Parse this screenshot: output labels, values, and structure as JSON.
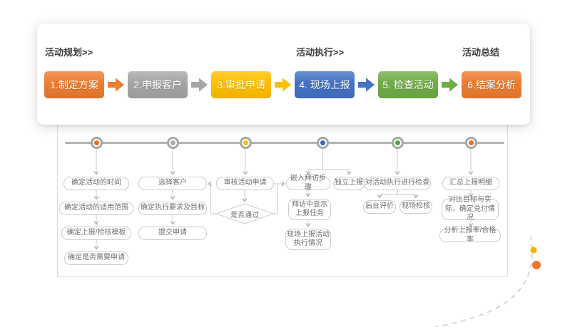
{
  "process_card": {
    "sections": [
      {
        "label": "活动规划>>"
      },
      {
        "label": "活动执行>>"
      },
      {
        "label": "活动总结"
      }
    ],
    "steps": [
      {
        "label": "1.制定方案",
        "color": "#ED7D31"
      },
      {
        "label": "2.申报客户",
        "color": "#A6A6A6"
      },
      {
        "label": "3.审批申请",
        "color": "#FFC000"
      },
      {
        "label": "4. 现场上报",
        "color": "#4472C4"
      },
      {
        "label": "5. 检查活动",
        "color": "#70AD47"
      },
      {
        "label": "6.结案分析",
        "color": "#ED7D31"
      }
    ],
    "arrows": [
      {
        "color": "#ED7D31"
      },
      {
        "color": "#A6A6A6"
      },
      {
        "color": "#FFC000"
      },
      {
        "color": "#4472C4"
      },
      {
        "color": "#70AD47"
      }
    ]
  },
  "flow_panel": {
    "milestones": [
      {
        "color": "#F26B1D"
      },
      {
        "color": "#ABABAB"
      },
      {
        "color": "#FFC000"
      },
      {
        "color": "#2F6BC6"
      },
      {
        "color": "#5BA839"
      },
      {
        "color": "#F26B1D"
      }
    ],
    "columns": [
      {
        "boxes": [
          "确定活动的时间",
          "确定活动的适用范围",
          "确定上报/检核模板",
          "确定是否需要申请"
        ]
      },
      {
        "boxes": [
          "选择客户",
          "确定执行要求及目标",
          "提交申请"
        ]
      },
      {
        "boxes": [
          "审核活动申请"
        ],
        "decision": "是否通过"
      },
      {
        "boxes": [
          "嵌入拜访步骤",
          "独立上报",
          "拜访中显示上报任务",
          "现场上报活动执行情况"
        ]
      },
      {
        "boxes": [
          "对活动执行进行检查",
          "后台评价",
          "现场检核"
        ]
      },
      {
        "boxes": [
          "汇总上报明细",
          "对比目标与实际，确定兑付情况",
          "分析上报率/合格率"
        ]
      }
    ]
  },
  "decoration": {
    "dots": [
      {
        "color": "#F5B301"
      },
      {
        "color": "#F0762B"
      }
    ]
  }
}
